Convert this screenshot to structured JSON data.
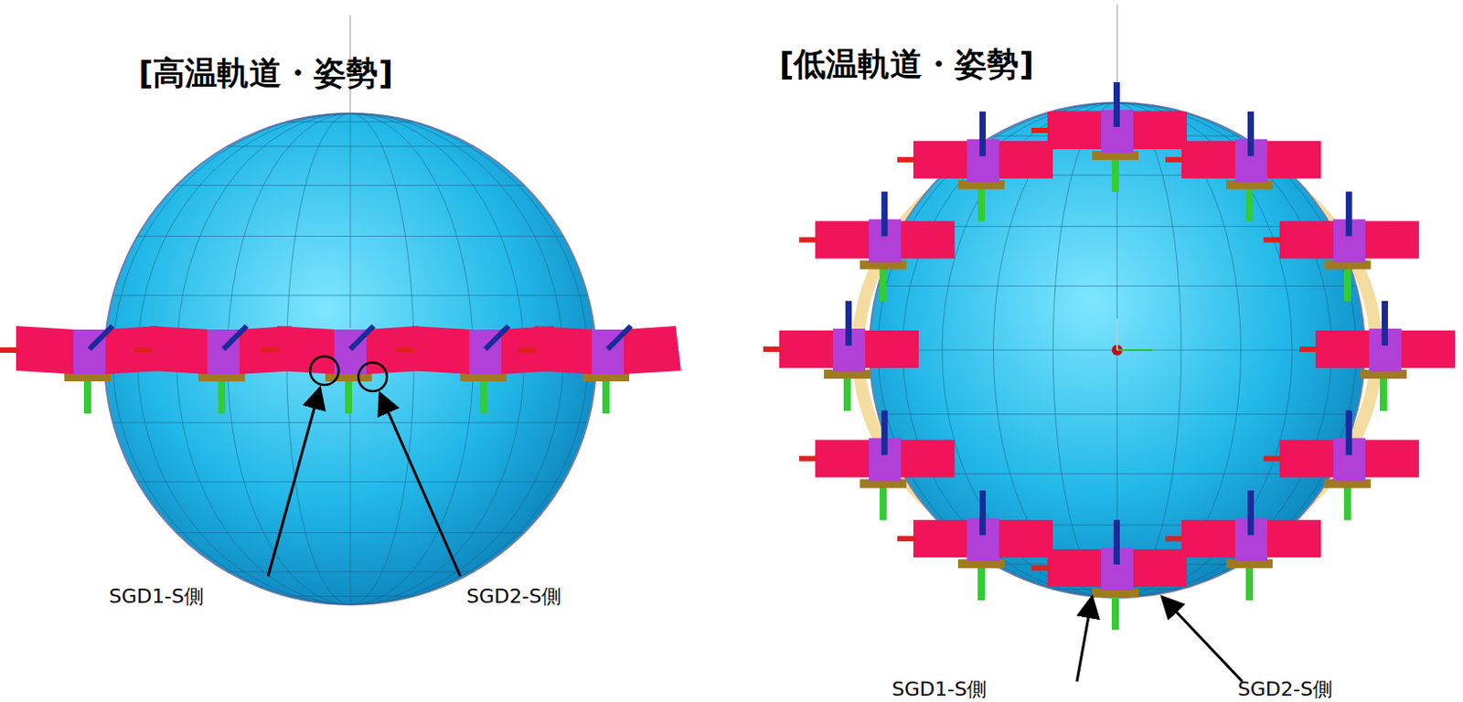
{
  "diagram": {
    "labels": [
      "[高温軌道・姿勢]",
      "[低温軌道・姿勢]",
      "SGD1-S側",
      "SGD2-S側",
      "SGD1-S側",
      "SGD2-S側"
    ]
  }
}
